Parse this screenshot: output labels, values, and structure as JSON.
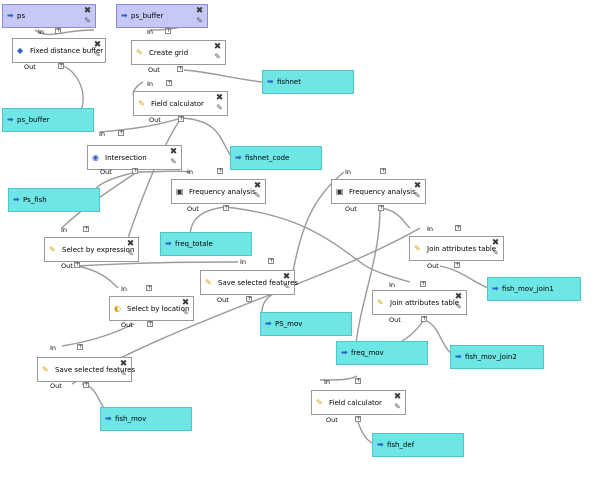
{
  "inputs": [
    {
      "id": "in-ps",
      "label": "ps"
    },
    {
      "id": "in-psbuf",
      "label": "ps_buffer"
    }
  ],
  "algorithms": [
    {
      "id": "a-fdb",
      "label": "Fixed distance buffer",
      "icon": "buffer-icon"
    },
    {
      "id": "a-grid",
      "label": "Create grid",
      "icon": "pencil-icon"
    },
    {
      "id": "a-fcalc1",
      "label": "Field calculator",
      "icon": "pencil-icon"
    },
    {
      "id": "a-inter",
      "label": "Intersection",
      "icon": "intersection-icon"
    },
    {
      "id": "a-freq1",
      "label": "Frequency analysis",
      "icon": "script-icon"
    },
    {
      "id": "a-freq2",
      "label": "Frequency analysis",
      "icon": "script-icon"
    },
    {
      "id": "a-selexp",
      "label": "Select by expression",
      "icon": "pencil-icon"
    },
    {
      "id": "a-join1",
      "label": "Join attributes table",
      "icon": "pencil-icon"
    },
    {
      "id": "a-savesel1",
      "label": "Save selected features",
      "icon": "pencil-icon"
    },
    {
      "id": "a-join2",
      "label": "Join attributes table",
      "icon": "pencil-icon"
    },
    {
      "id": "a-selloc",
      "label": "Select by location",
      "icon": "location-icon"
    },
    {
      "id": "a-savesel2",
      "label": "Save selected features",
      "icon": "pencil-icon"
    },
    {
      "id": "a-fcalc2",
      "label": "Field calculator",
      "icon": "pencil-icon"
    }
  ],
  "outputs": [
    {
      "id": "o-fishnet",
      "label": "fishnet"
    },
    {
      "id": "o-psbuffer",
      "label": "ps_buffer"
    },
    {
      "id": "o-fishnetcode",
      "label": "fishnet_code"
    },
    {
      "id": "o-psfish",
      "label": "Ps_fish"
    },
    {
      "id": "o-freqtot",
      "label": "freq_totale"
    },
    {
      "id": "o-fishmovjoin1",
      "label": "fish_mov_join1"
    },
    {
      "id": "o-psmov",
      "label": "PS_mov"
    },
    {
      "id": "o-freqmov",
      "label": "freq_mov"
    },
    {
      "id": "o-fishmovjoin2",
      "label": "fish_mov_join2"
    },
    {
      "id": "o-fishmov",
      "label": "fish_mov"
    },
    {
      "id": "o-fishdef",
      "label": "fish_def"
    }
  ],
  "ports": {
    "in": "In",
    "out": "Out"
  }
}
